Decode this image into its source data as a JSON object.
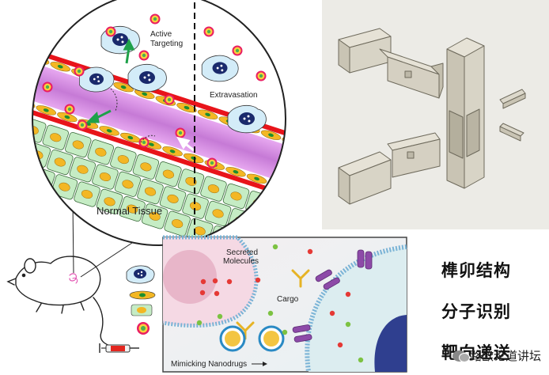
{
  "zoom_panel": {
    "normal_tissue_label": "Normal Tissue",
    "active_targeting_line1": "Active",
    "active_targeting_line2": "Targeting",
    "extravasation_label": "Extravasation"
  },
  "inset_panel": {
    "secreted_line1": "Secreted",
    "secreted_line2": "Molecules",
    "cargo_label": "Cargo",
    "mimicking_label": "Mimicking Nanodrugs"
  },
  "right_labels": {
    "label1": "榫卯结构",
    "label2": "分子识别",
    "label3": "靶向递送"
  },
  "watermark": {
    "text": "路欧论道讲坛"
  },
  "colors": {
    "vessel_purple": "#c67ad6",
    "endothelium_red": "#e8141a",
    "cell_green": "#c5ecc4",
    "nucleus_yellow": "#f3b724",
    "tumor_cell_blue": "#d3ecf8",
    "tumor_nucleus": "#1a2a6c",
    "wood_gray": "#d8d4c6",
    "receptor_purple": "#8d4aa8"
  }
}
